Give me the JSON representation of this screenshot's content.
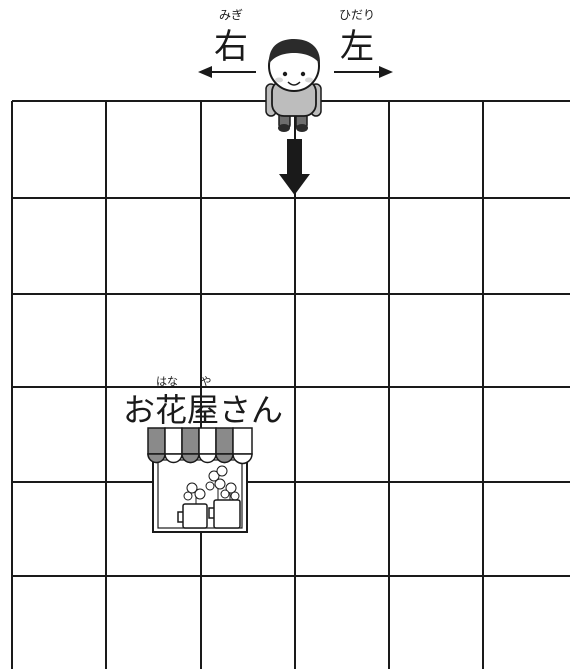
{
  "directions": {
    "right": {
      "kanji": "右",
      "ruby": "みぎ"
    },
    "left": {
      "kanji": "左",
      "ruby": "ひだり"
    }
  },
  "shop": {
    "label": "お花屋さん",
    "ruby_hana": "はな",
    "ruby_ya": "や"
  },
  "icons": {
    "child": "child-icon",
    "down_arrow": "down-arrow-icon",
    "left_arrow": "left-arrow-icon",
    "right_arrow": "right-arrow-icon",
    "flower_shop": "flower-shop-icon"
  },
  "colors": {
    "grid": "#1a1a1a",
    "awning_gray": "#8a8a8a",
    "hair": "#2b2b2b",
    "shirt": "#bdbdbd",
    "pants": "#6e6e6e"
  }
}
